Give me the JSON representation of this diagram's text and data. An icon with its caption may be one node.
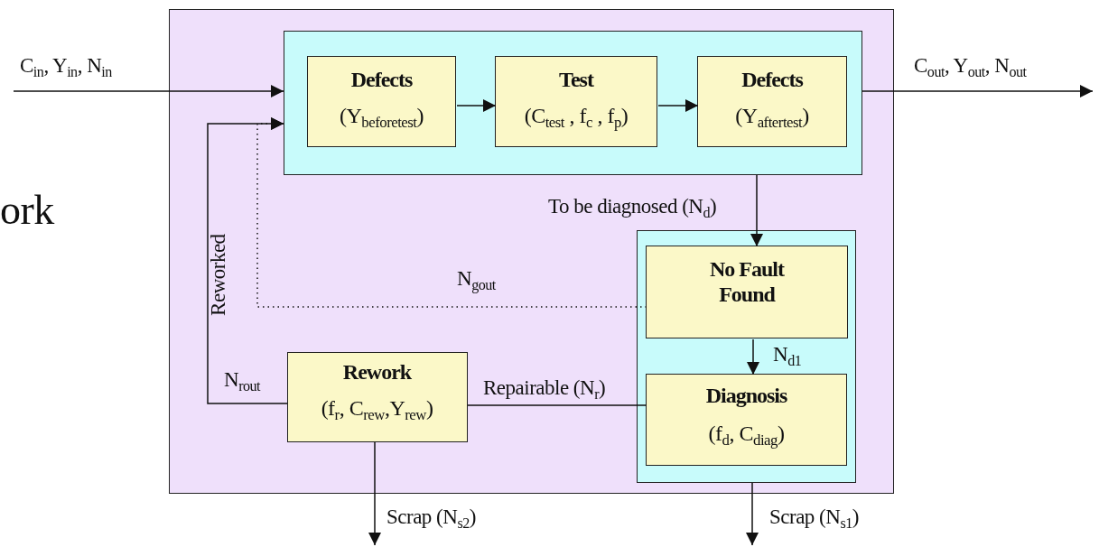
{
  "diagram": {
    "nodes": [
      {
        "text": [],
        "shape": "box"
      },
      {
        "text": [],
        "shape": "box",
        "in": 0
      },
      {
        "text": [
          "Defects",
          "(Y$_{beforetest}$)"
        ],
        "in": 1
      },
      {
        "text": [
          "Test",
          "(C$_{test}$ , f$_{c}$ , f$_{p}$)"
        ],
        "in": 1
      },
      {
        "text": [
          "Defects",
          "(Y$_{aftertest}$)"
        ],
        "in": 1
      },
      {
        "text": [],
        "shape": "box",
        "in": 0
      },
      {
        "text": [
          "No Fault Found"
        ],
        "in": 5
      },
      {
        "text": [
          "Diagnosis",
          "(f$_{d}$, C$_{diag}$)"
        ],
        "in": 5
      },
      {
        "text": [
          "Rework",
          "(f$_{r}$, C$_{rew}$,Y$_{rew}$)"
        ],
        "in": 0
      }
    ],
    "edges": [
      {
        "from": null,
        "to": 1,
        "arrow": "to",
        "label": "C$_{in}$, Y$_{in}$, N$_{in}$"
      },
      {
        "from": 2,
        "to": 3,
        "arrow": "to"
      },
      {
        "from": 3,
        "to": 4,
        "arrow": "to"
      },
      {
        "from": 1,
        "to": null,
        "arrow": "to",
        "label": "C$_{out}$, Y$_{out}$, N$_{out}$"
      },
      {
        "from": 1,
        "to": 6,
        "arrow": "to",
        "label": "To be diagnosed (N$_{d}$)"
      },
      {
        "from": 6,
        "to": 7,
        "arrow": "to",
        "label": "N$_{d1}$"
      },
      {
        "from": 7,
        "to": 8,
        "arrow": "none",
        "label": "Repairable (N$_{r}$)"
      },
      {
        "from": 8,
        "to": 1,
        "arrow": "to",
        "label": "N$_{rout}$"
      },
      {
        "from": 6,
        "to": 1,
        "arrow": "to",
        "style": "dashed",
        "label": "N$_{gout}$"
      },
      {
        "from": 8,
        "to": null,
        "arrow": "to",
        "label": "Scrap (N$_{s2}$)"
      },
      {
        "from": 5,
        "to": null,
        "arrow": "to",
        "label": "Scrap (N$_{s1}$)"
      }
    ],
    "labels": [
      "ork",
      "Reworked"
    ]
  }
}
